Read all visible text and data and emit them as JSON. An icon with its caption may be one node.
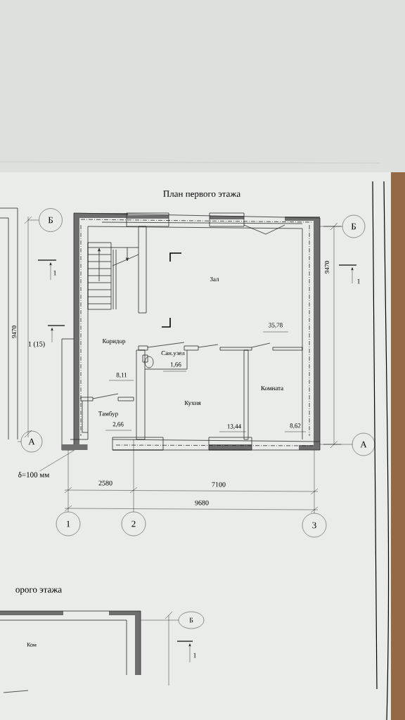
{
  "diagram": {
    "nodes": [
      {
        "text": [
          "Б"
        ]
      },
      {
        "text": [
          "А"
        ]
      },
      {
        "text": [
          "Б"
        ]
      },
      {
        "text": [
          "А"
        ]
      },
      {
        "text": [
          "1"
        ]
      },
      {
        "text": [
          "2"
        ]
      },
      {
        "text": [
          "3"
        ]
      },
      {
        "text": [
          "Б"
        ]
      },
      {
        "text": [
          "δ=100 мм"
        ]
      },
      {
        "text": [],
        "shape": "bar"
      }
    ],
    "edges": [
      {
        "from": 8,
        "to": 9,
        "arrow": "none"
      }
    ],
    "labels": [
      "План первого этажа",
      "Зал",
      "35,78",
      "Коридор",
      "Сан.узел",
      "1,66",
      "8,11",
      "Комната",
      "Кухня",
      "Тамбур",
      "2,66",
      "13,44",
      "8,62",
      "9470",
      "1",
      "9470",
      "1",
      "1 (15)",
      "2580",
      "7100",
      "9680",
      "орого этажа",
      "Ком",
      "1"
    ]
  }
}
